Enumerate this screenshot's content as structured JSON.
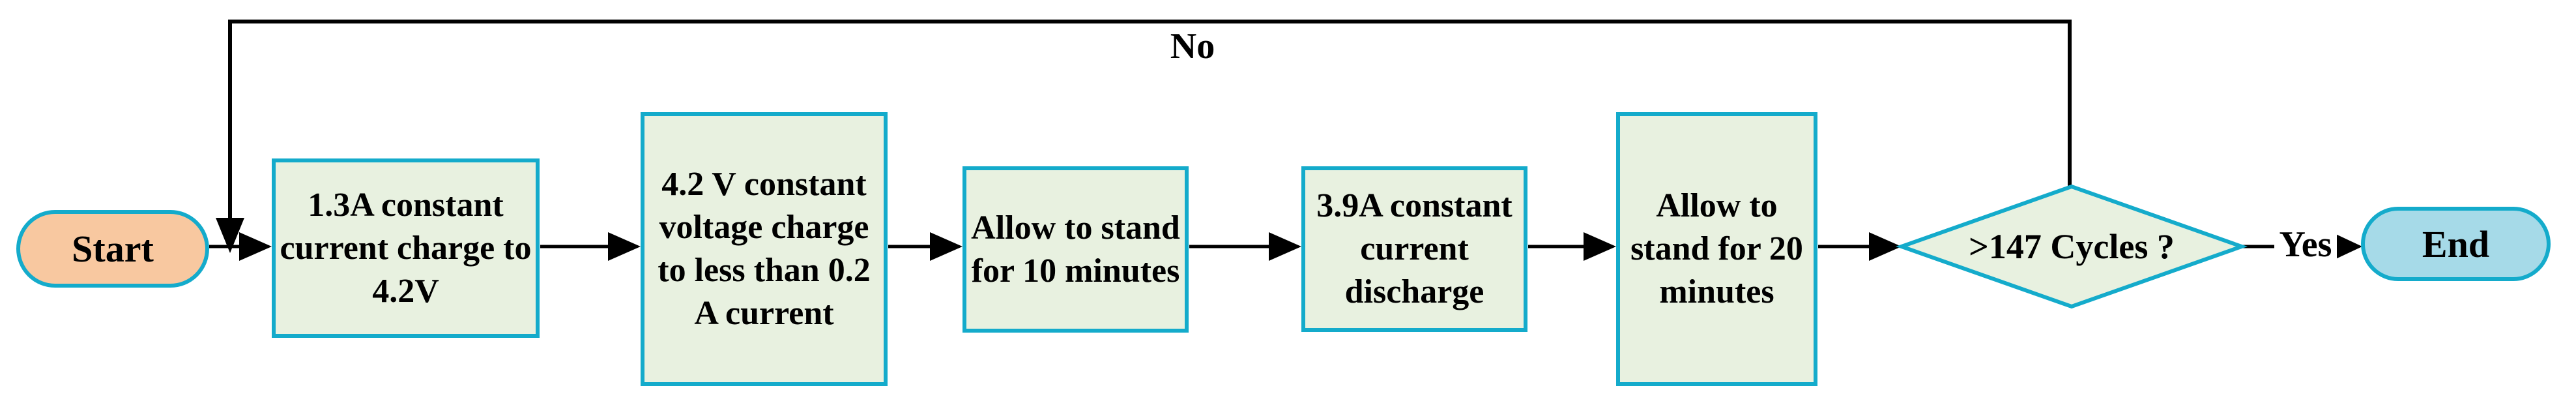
{
  "flowchart": {
    "start": {
      "label": "Start"
    },
    "steps": [
      {
        "label": "1.3A constant\ncurrent charge to\n4.2V"
      },
      {
        "label": "4.2 V constant\nvoltage charge\nto less than 0.2\nA current"
      },
      {
        "label": "Allow to stand\nfor 10 minutes"
      },
      {
        "label": "3.9A constant\ncurrent\ndischarge"
      },
      {
        "label": "Allow to\nstand for 20\nminutes"
      }
    ],
    "decision": {
      "label": ">147 Cycles ?"
    },
    "end": {
      "label": "End"
    },
    "edges": {
      "no_label": "No",
      "yes_label": "Yes"
    }
  },
  "colors": {
    "teal": "#14abcb",
    "green": "#e8f1e0",
    "peach": "#f8c8a0",
    "blue": "#a6dae8",
    "ink": "#000000",
    "bg": "#ffffff"
  }
}
